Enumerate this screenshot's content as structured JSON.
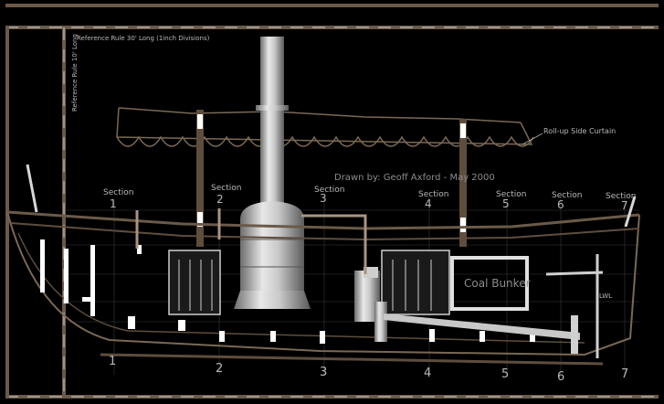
{
  "diagram": {
    "reference_rule_horizontal": "Reference Rule  30' Long (1inch Divisions)",
    "reference_rule_vertical": "Reference Rule  10' Long",
    "credit": "Drawn by: Geoff Axford - May 2000",
    "curtain_label": "Roll-up Side Curtain",
    "coal_bunker_label": "Coal Bunker",
    "lwl_label": "LWL",
    "section_word": "Section",
    "sections": [
      "1",
      "2",
      "3",
      "4",
      "5",
      "6",
      "7"
    ],
    "bottom_numbers": [
      "1",
      "2",
      "3",
      "4",
      "5",
      "6",
      "7"
    ]
  }
}
